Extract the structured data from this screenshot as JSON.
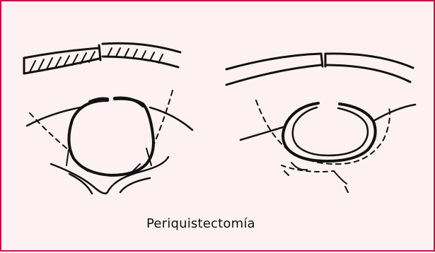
{
  "caption": "Periquistectomía",
  "colors": {
    "border": "#c8104d",
    "background": "#fdf1f3",
    "ink": "#111111"
  },
  "figures": [
    {
      "name": "left-drawing",
      "description_kind": "cyst-with-hatched-pleura"
    },
    {
      "name": "right-drawing",
      "description_kind": "cyst-after-periquistectomy"
    }
  ]
}
